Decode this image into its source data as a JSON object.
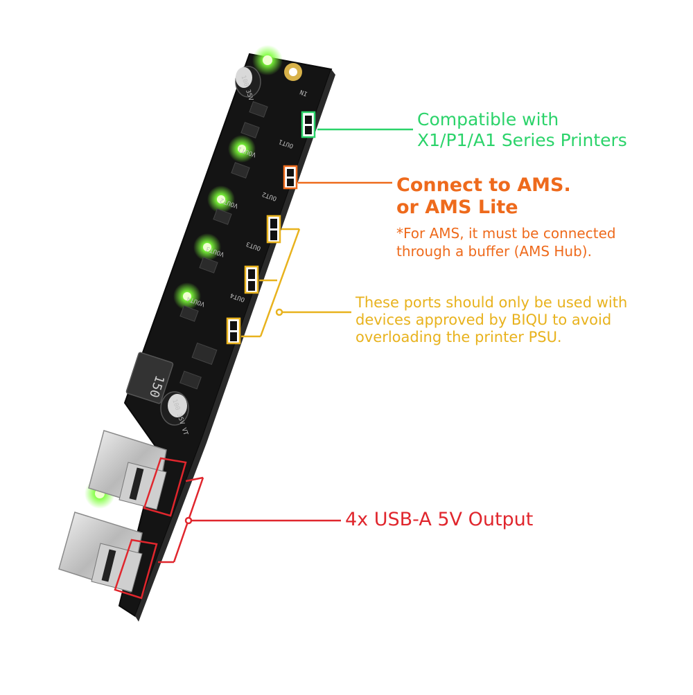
{
  "annotations": {
    "compat": {
      "lines": [
        "Compatible with",
        "X1/P1/A1 Series Printers"
      ],
      "color": "#2bd36a"
    },
    "ams": {
      "title_lines": [
        "Connect to AMS.",
        "or AMS Lite"
      ],
      "note_lines": [
        "*For AMS, it must be connected",
        "through a buffer (AMS Hub)."
      ],
      "color": "#ee6a1c"
    },
    "ports": {
      "lines": [
        "These ports should only be used with",
        "devices approved by BIQU to avoid",
        "overloading the printer PSU."
      ],
      "color": "#e8b21d"
    },
    "usb": {
      "text": "4x USB-A 5V Output",
      "color": "#e0262d"
    }
  },
  "board": {
    "silkscreen": {
      "in": "IN",
      "out1": "OUT1",
      "out2": "OUT2",
      "out3": "OUT3",
      "out4": "OUT4",
      "vout1": "VOUT1",
      "vout2": "VOUT2",
      "vout3": "VOUT3",
      "vout4": "VOUT4",
      "inductor": "150",
      "cap_top": "100 35V VT",
      "cap_bottom": "100 35V VT"
    },
    "led_color": "#7dff3a",
    "pcb_color": "#141414"
  }
}
